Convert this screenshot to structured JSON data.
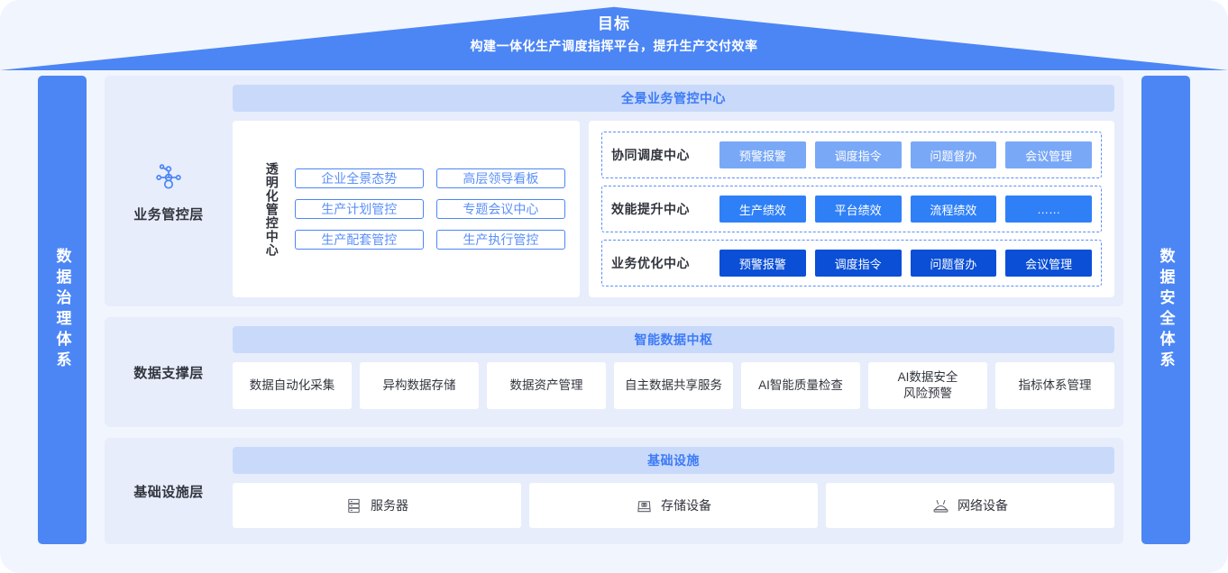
{
  "banner": {
    "title": "目标",
    "subtitle": "构建一体化生产调度指挥平台，提升生产交付效率"
  },
  "side_bars": {
    "left": {
      "label": "数据治理体系"
    },
    "right": {
      "label": "数据安全体系"
    }
  },
  "colors": {
    "accent": "#4C86F5",
    "page_bg": "#F1F5FD",
    "section_bg": "#E7EDFB",
    "section_header_bg": "#C9D9FA",
    "header_text": "#3D7BF6",
    "chip_light": "#79A8F7",
    "chip_mid": "#2F80F7",
    "chip_dark": "#0B4FD6"
  },
  "sections": {
    "business": {
      "layer_label": "业务管控层",
      "layer_icon": "network-node-icon",
      "header": "全景业务管控中心",
      "left_card": {
        "vertical_label": "透明化管控中心",
        "buttons": [
          "企业全景态势",
          "高层领导看板",
          "生产计划管控",
          "专题会议中心",
          "生产配套管控",
          "生产执行管控"
        ]
      },
      "right_rows": [
        {
          "label": "协同调度中心",
          "tone": "tone-light",
          "chips": [
            "预警报警",
            "调度指令",
            "问题督办",
            "会议管理"
          ]
        },
        {
          "label": "效能提升中心",
          "tone": "tone-mid",
          "chips": [
            "生产绩效",
            "平台绩效",
            "流程绩效",
            "……"
          ]
        },
        {
          "label": "业务优化中心",
          "tone": "tone-dark",
          "chips": [
            "预警报警",
            "调度指令",
            "问题督办",
            "会议管理"
          ]
        }
      ]
    },
    "data": {
      "layer_label": "数据支撑层",
      "header": "智能数据中枢",
      "cells": [
        "数据自动化采集",
        "异构数据存储",
        "数据资产管理",
        "自主数据共享服务",
        "AI智能质量检查",
        "AI数据安全\n风险预警",
        "指标体系管理"
      ]
    },
    "infrastructure": {
      "layer_label": "基础设施层",
      "header": "基础设施",
      "cells": [
        {
          "label": "服务器",
          "icon": "server-rack-icon"
        },
        {
          "label": "存储设备",
          "icon": "storage-device-icon"
        },
        {
          "label": "网络设备",
          "icon": "network-router-icon"
        }
      ]
    }
  }
}
